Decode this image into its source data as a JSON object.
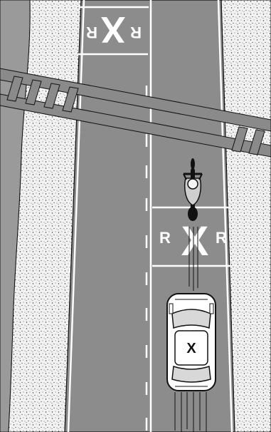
{
  "diagram": {
    "crossing_marking_top": {
      "left_letter": "R",
      "center_letter": "X",
      "right_letter": "R"
    },
    "crossing_marking_bottom": {
      "left_letter": "R",
      "center_letter": "X",
      "right_letter": "R"
    },
    "car": {
      "roof_label": "X"
    },
    "colors": {
      "road": "#8c8c8c",
      "shoulder": "#e8e8e8",
      "outline": "#111111",
      "marking": "#ffffff",
      "track": "#8a8a8a"
    }
  }
}
